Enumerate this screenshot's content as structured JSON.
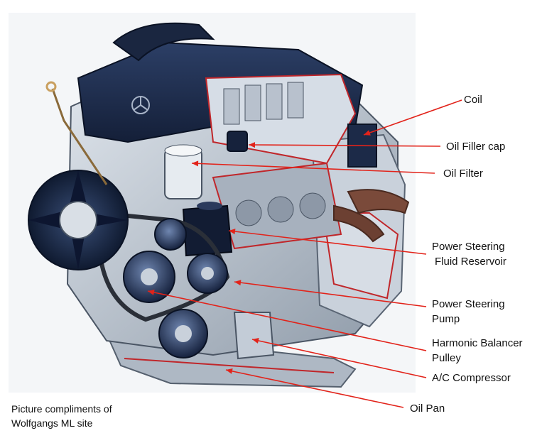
{
  "labels": [
    {
      "id": "coil",
      "lines": [
        "Coil"
      ]
    },
    {
      "id": "oil-filler-cap",
      "lines": [
        "Oil Filler cap"
      ]
    },
    {
      "id": "oil-filter",
      "lines": [
        "Oil Filter"
      ]
    },
    {
      "id": "power-steering-fluid-reservoir",
      "lines": [
        "Power Steering",
        "Fluid Reservoir"
      ]
    },
    {
      "id": "power-steering-pump",
      "lines": [
        "Power Steering",
        "Pump"
      ]
    },
    {
      "id": "harmonic-balancer-pulley",
      "lines": [
        "Harmonic Balancer",
        "Pulley"
      ]
    },
    {
      "id": "ac-compressor",
      "lines": [
        "A/C Compressor"
      ]
    },
    {
      "id": "oil-pan",
      "lines": [
        "Oil Pan"
      ]
    }
  ],
  "credit": {
    "line1": "Picture compliments of",
    "line2": "Wolfgangs ML site"
  },
  "colors": {
    "leader": "#e2231a",
    "engine_dark": "#1b2a4a",
    "engine_metal": "#b9c3cf",
    "cutaway_red": "#c0262a",
    "manifold": "#7a4a3a"
  }
}
